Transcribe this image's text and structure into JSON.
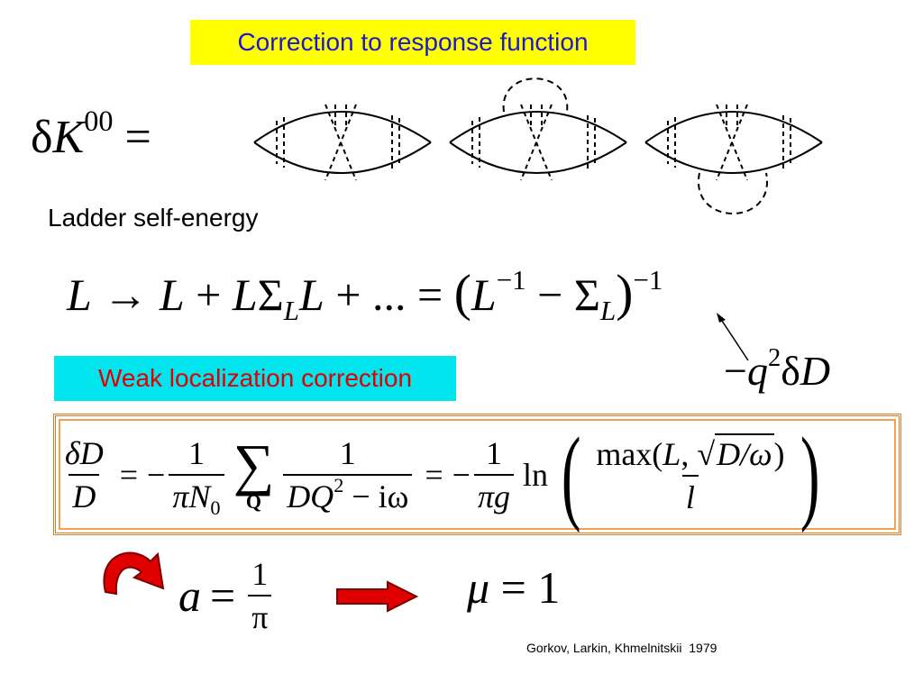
{
  "slide": {
    "title": "Correction to response function",
    "ladder_label": "Ladder self-energy",
    "weak_label": "Weak localization correction",
    "citation": "Gorkov, Larkin, Khmelnitskii  1979",
    "colors": {
      "title_bg": "#ffff00",
      "title_text": "#1a1acc",
      "weak_bg": "#00e5ee",
      "weak_text": "#e00000",
      "frame": "#e87722",
      "arrow_red": "#e00000"
    }
  },
  "equations": {
    "dk": {
      "lhs_delta": "δ",
      "lhs_var": "K",
      "lhs_sup": "00",
      "eq": "="
    },
    "ladder": {
      "L": "L",
      "arrow": "→",
      "plus": "+",
      "sigma": "Σ",
      "sub_L": "L",
      "dots": "...",
      "eq": "=",
      "lparen": "(",
      "rparen": ")",
      "inv": "−1",
      "minus": "−"
    },
    "q2": {
      "minus": "−",
      "q": "q",
      "sup": "2",
      "delta": "δ",
      "D": "D"
    },
    "weak": {
      "lhs_num": "δD",
      "lhs_den": "D",
      "eq": "=",
      "minus": "−",
      "one": "1",
      "pi_n0": "πN",
      "n0_sub": "0",
      "sigma": "∑",
      "sum_sub": "Q",
      "den2": "DQ",
      "den2_sup": "2",
      "den2_rest": " − iω",
      "pi_g": "πg",
      "ln": "ln",
      "max_text": "max(",
      "max_L": "L",
      "comma": ",",
      "sqrt_body": "D/ω",
      "max_close": ")",
      "l": "l",
      "lparen": "(",
      "rparen": ")"
    },
    "a": {
      "var": "a",
      "eq": "=",
      "num": "1",
      "den": "π"
    },
    "mu": {
      "var": "μ",
      "eq": "=",
      "val": "1"
    }
  }
}
